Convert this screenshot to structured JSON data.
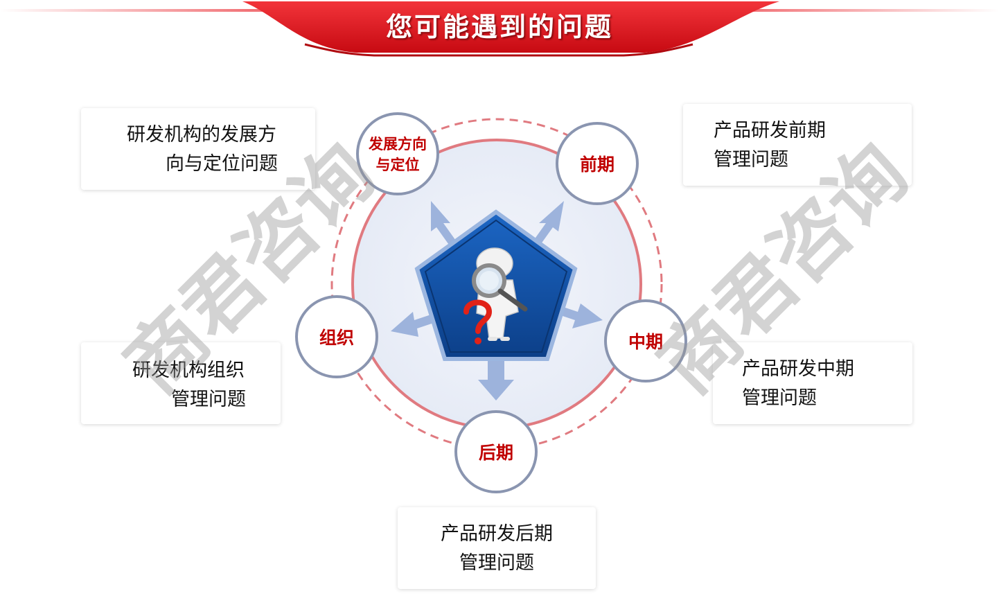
{
  "header": {
    "title": "您可能遇到的问题"
  },
  "center": {
    "icon": "magnifier-person-question-icon"
  },
  "nodes": {
    "direction": {
      "line1": "发展方向",
      "line2": "与定位"
    },
    "early": {
      "label": "前期"
    },
    "middle": {
      "label": "中期"
    },
    "late": {
      "label": "后期"
    },
    "organization": {
      "label": "组织"
    }
  },
  "boxes": {
    "direction": {
      "line1": "研发机构的发展方",
      "line2": "向与定位问题"
    },
    "early": {
      "line1": "产品研发前期",
      "line2": "管理问题"
    },
    "organization": {
      "line1": "研发机构组织",
      "line2": "管理问题"
    },
    "middle": {
      "line1": "产品研发中期",
      "line2": "管理问题"
    },
    "late": {
      "line1": "产品研发后期",
      "line2": "管理问题"
    }
  },
  "watermark": {
    "text": "商君咨询"
  },
  "colors": {
    "accent": "#c00000",
    "banner": "#e8141c",
    "pentagon": "#1554a8",
    "arrow": "#9db3dc"
  }
}
